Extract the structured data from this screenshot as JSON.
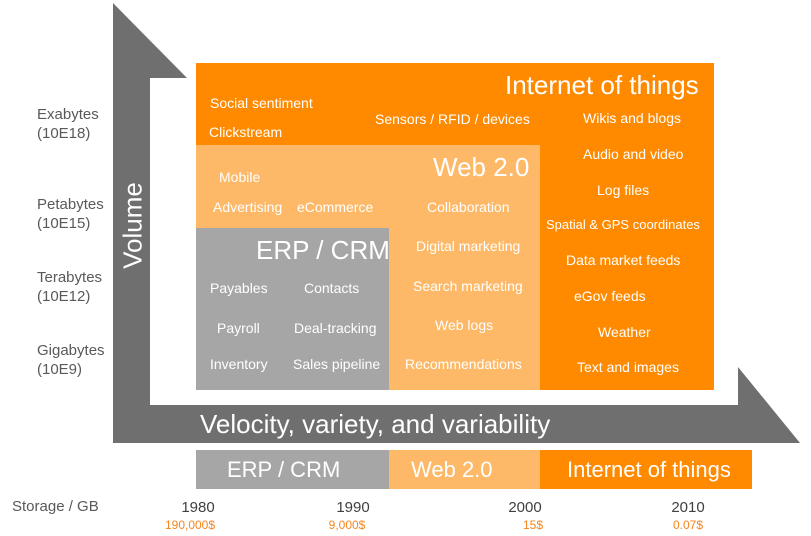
{
  "colors": {
    "iot": "#FF8A00",
    "web": "#FDB967",
    "erp": "#A6A6A6",
    "arrow": "#6F6F6F"
  },
  "y_axis": {
    "label": "Volume",
    "levels": [
      {
        "name": "Exabytes",
        "exp": "(10E18)"
      },
      {
        "name": "Petabytes",
        "exp": "(10E15)"
      },
      {
        "name": "Terabytes",
        "exp": "(10E12)"
      },
      {
        "name": "Gigabytes",
        "exp": "(10E9)"
      }
    ]
  },
  "x_axis": {
    "label": "Velocity, variety, and variability"
  },
  "iot": {
    "title": "Internet of things",
    "items": [
      "Social sentiment",
      "Clickstream",
      "Sensors / RFID / devices",
      "Wikis and blogs",
      "Audio and video",
      "Log files",
      "Spatial & GPS coordinates",
      "Data market feeds",
      "eGov feeds",
      "Weather",
      "Text and images"
    ]
  },
  "web": {
    "title": "Web 2.0",
    "items": [
      "Mobile",
      "Advertising",
      "eCommerce",
      "Collaboration",
      "Digital marketing",
      "Search marketing",
      "Web logs",
      "Recommendations"
    ]
  },
  "erp": {
    "title": "ERP / CRM",
    "items": [
      "Payables",
      "Contacts",
      "Payroll",
      "Deal-tracking",
      "Inventory",
      "Sales pipeline"
    ]
  },
  "timeline": {
    "erp": "ERP / CRM",
    "web": "Web 2.0",
    "iot": "Internet of things"
  },
  "storage": {
    "label": "Storage / GB",
    "years": [
      "1980",
      "1990",
      "2000",
      "2010"
    ],
    "costs": [
      "190,000$",
      "9,000$",
      "15$",
      "0.07$"
    ]
  }
}
